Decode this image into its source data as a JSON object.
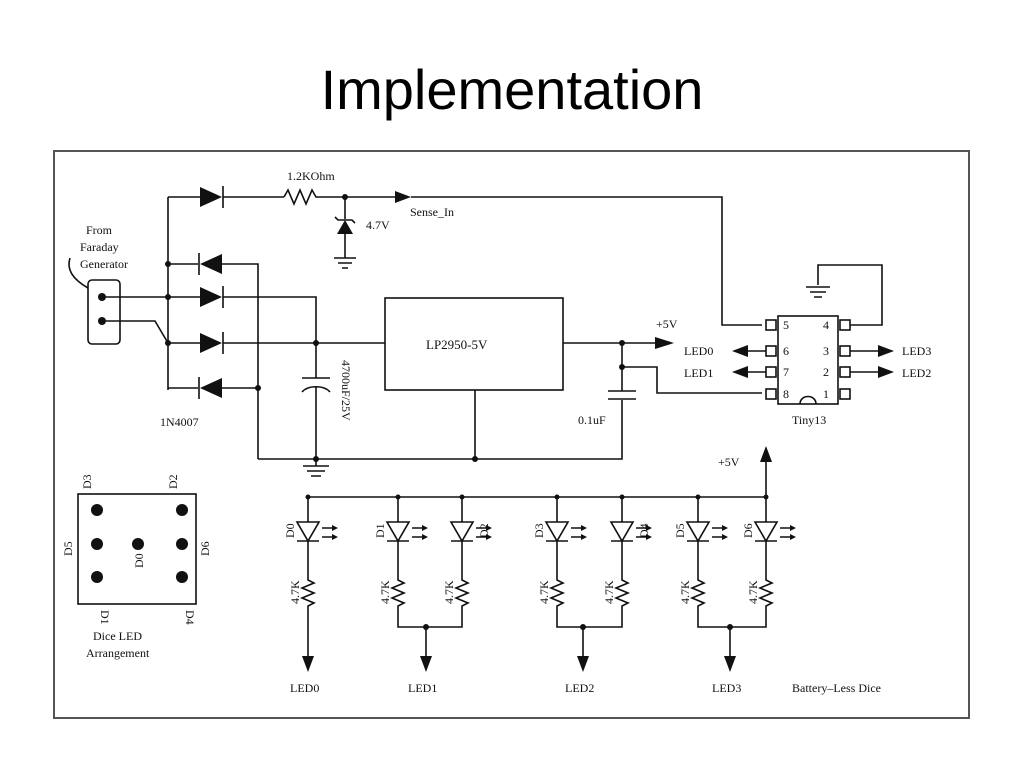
{
  "slide": {
    "title": "Implementation"
  },
  "schematic": {
    "resistor_top": "1.2KOhm",
    "zener": "4.7V",
    "sense": "Sense_In",
    "source": [
      "From",
      "Faraday",
      "Generator"
    ],
    "diode_part": "1N4007",
    "regulator": "LP2950-5V",
    "cap_big": "4700uF/25V",
    "cap_small": "0.1uF",
    "vcc_reg": "+5V",
    "vcc_led": "+5V",
    "mcu": {
      "name": "Tiny13",
      "pins": [
        "1",
        "2",
        "3",
        "4",
        "5",
        "6",
        "7",
        "8"
      ],
      "left_labels": [
        "LED0",
        "LED1"
      ],
      "right_labels": [
        "LED3",
        "LED2"
      ]
    },
    "dice": {
      "title": [
        "Dice LED",
        "Arrangement"
      ],
      "labels": [
        "D3",
        "D2",
        "D5",
        "D0",
        "D6",
        "D1",
        "D4"
      ]
    },
    "leds": [
      "D0",
      "D1",
      "D2",
      "D3",
      "D4",
      "D5",
      "D6"
    ],
    "resistors": [
      "4.7K",
      "4.7K",
      "4.7K",
      "4.7K",
      "4.7K",
      "4.7K",
      "4.7K"
    ],
    "outputs": [
      "LED0",
      "LED1",
      "LED2",
      "LED3"
    ],
    "caption": "Battery–Less Dice"
  }
}
